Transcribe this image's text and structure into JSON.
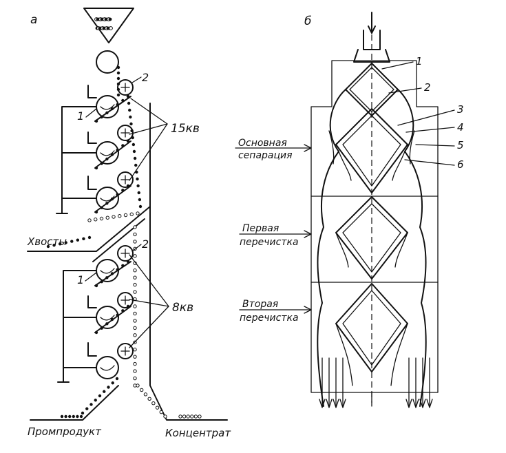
{
  "panels": {
    "a": {
      "label": "а",
      "electrode_number": "2",
      "roll_number": "1",
      "voltage_top": "15кв",
      "voltage_bottom": "8кв",
      "tailings": "Хвосты",
      "middlings": "Промпродукт",
      "concentrate": "Концентрат"
    },
    "b": {
      "label": "б",
      "stages": [
        "Основная",
        "сепарация",
        "Первая",
        "перечистка",
        "Вторая",
        "перечистка"
      ],
      "part_numbers": [
        "1",
        "2",
        "3",
        "4",
        "5",
        "6"
      ]
    }
  }
}
